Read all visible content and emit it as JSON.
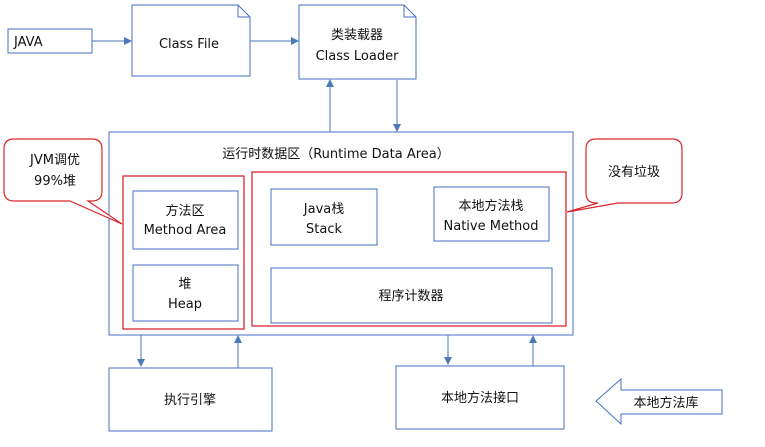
{
  "java_label": "JAVA",
  "class_file_label": "Class File",
  "class_loader": {
    "line1": "类装载器",
    "line2": "Class Loader"
  },
  "runtime_area_title": "运行时数据区（Runtime Data Area）",
  "method_area": {
    "line1": "方法区",
    "line2": "Method Area"
  },
  "heap": {
    "line1": "堆",
    "line2": "Heap"
  },
  "java_stack": {
    "line1": "Java栈",
    "line2": "Stack"
  },
  "native_stack": {
    "line1": "本地方法栈",
    "line2": "Native Method"
  },
  "program_counter": "程序计数器",
  "execution_engine": "执行引擎",
  "native_interface": "本地方法接口",
  "native_library": "本地方法库",
  "callout_jvm": {
    "line1": "JVM调优",
    "line2": "99%堆"
  },
  "callout_no_gc": "没有垃圾",
  "colors": {
    "box_stroke": "#4472c4",
    "arrow": "#4a7ab8",
    "highlight": "#d9282f"
  }
}
